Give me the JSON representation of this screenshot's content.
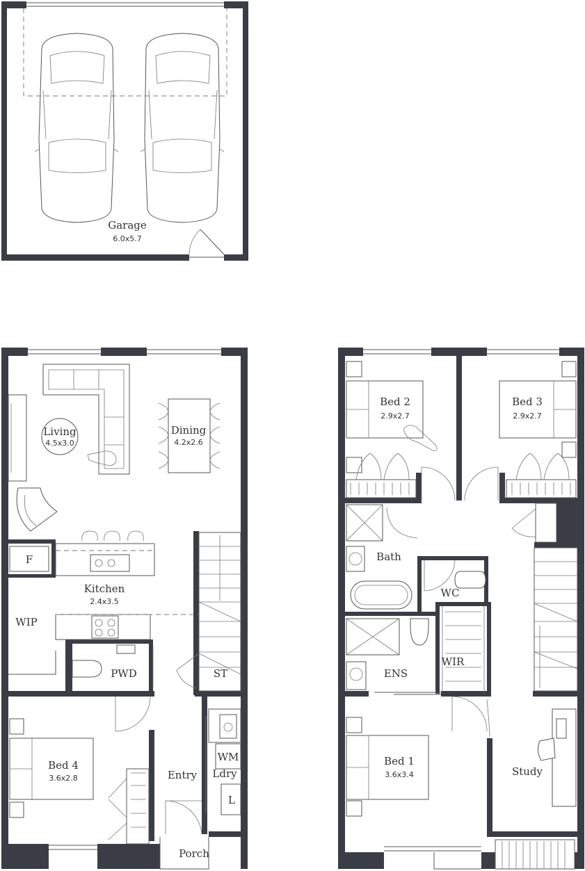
{
  "garage": {
    "name": "Garage",
    "dims": "6.0x5.7"
  },
  "ground": {
    "living": {
      "name": "Living",
      "dims": "4.5x3.0"
    },
    "dining": {
      "name": "Dining",
      "dims": "4.2x2.6"
    },
    "fridge": "F",
    "kitchen": {
      "name": "Kitchen",
      "dims": "2.4x3.5"
    },
    "wip": "WIP",
    "pwd": "PWD",
    "st": "ST",
    "bed4": {
      "name": "Bed 4",
      "dims": "3.6x2.8"
    },
    "entry": "Entry",
    "wm": "WM",
    "ldry": "Ldry",
    "l": "L",
    "porch": "Porch"
  },
  "upper": {
    "bed2": {
      "name": "Bed 2",
      "dims": "2.9x2.7"
    },
    "bed3": {
      "name": "Bed 3",
      "dims": "2.9x2.7"
    },
    "bath": "Bath",
    "wc": "WC",
    "wir": "WIR",
    "ens": "ENS",
    "bed1": {
      "name": "Bed 1",
      "dims": "3.6x3.4"
    },
    "study": "Study"
  },
  "colors": {
    "wall": "#3a3d45",
    "line": "#555555",
    "background": "#ffffff"
  }
}
